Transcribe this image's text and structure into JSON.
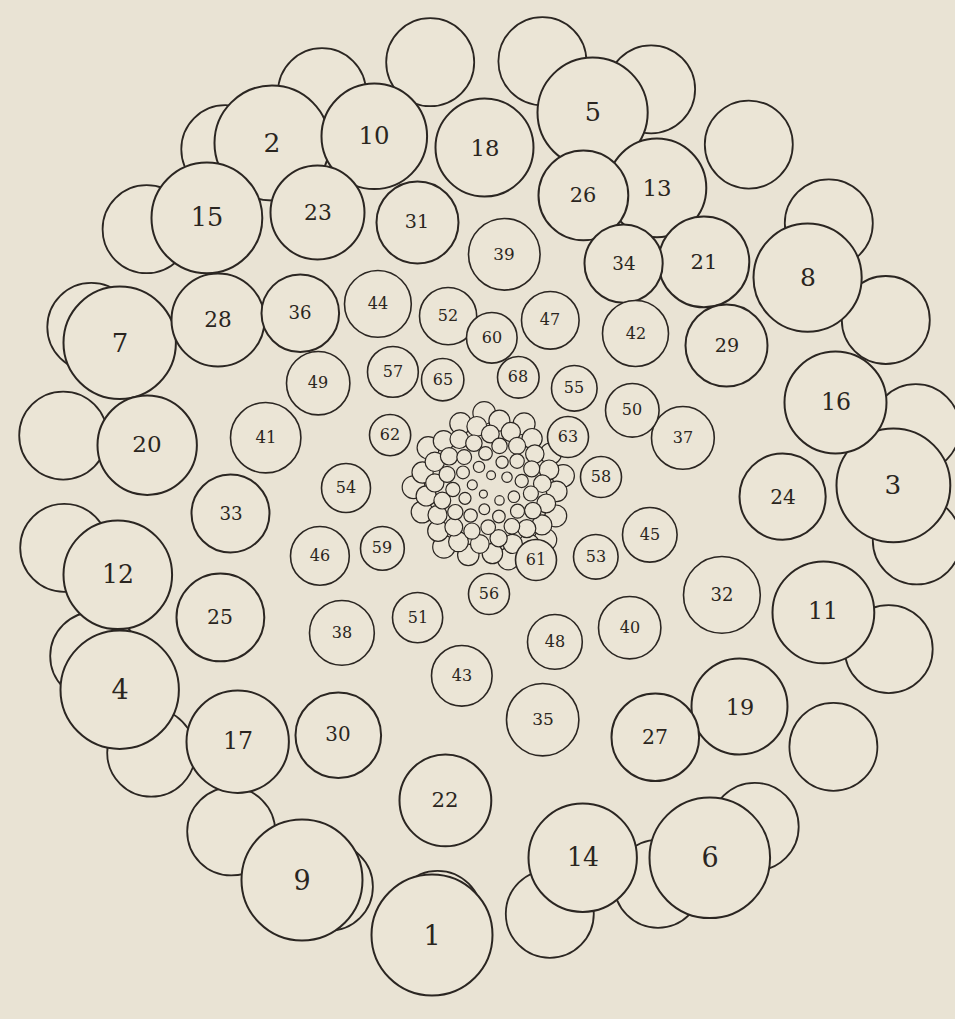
{
  "diagram": {
    "nodes": [
      {
        "text": [
          "1"
        ]
      },
      {
        "text": [
          "2"
        ]
      },
      {
        "text": [
          "3"
        ]
      },
      {
        "text": [
          "4"
        ]
      },
      {
        "text": [
          "5"
        ]
      },
      {
        "text": [
          "6"
        ]
      },
      {
        "text": [
          "7"
        ]
      },
      {
        "text": [
          "8"
        ]
      },
      {
        "text": [
          "9"
        ]
      },
      {
        "text": [
          "10"
        ]
      },
      {
        "text": [
          "11"
        ]
      },
      {
        "text": [
          "12"
        ]
      },
      {
        "text": [
          "13"
        ]
      },
      {
        "text": [
          "14"
        ]
      },
      {
        "text": [
          "15"
        ]
      },
      {
        "text": [
          "16"
        ]
      },
      {
        "text": [
          "17"
        ]
      },
      {
        "text": [
          "18"
        ]
      },
      {
        "text": [
          "19"
        ]
      },
      {
        "text": [
          "20"
        ]
      },
      {
        "text": [
          "21"
        ]
      },
      {
        "text": [
          "22"
        ]
      },
      {
        "text": [
          "23"
        ]
      },
      {
        "text": [
          "24"
        ]
      },
      {
        "text": [
          "25"
        ]
      },
      {
        "text": [
          "26"
        ]
      },
      {
        "text": [
          "27"
        ]
      },
      {
        "text": [
          "28"
        ]
      },
      {
        "text": [
          "29"
        ]
      },
      {
        "text": [
          "30"
        ]
      },
      {
        "text": [
          "31"
        ]
      },
      {
        "text": [
          "32"
        ]
      },
      {
        "text": [
          "33"
        ]
      },
      {
        "text": [
          "34"
        ]
      },
      {
        "text": [
          "35"
        ]
      },
      {
        "text": [
          "36"
        ]
      },
      {
        "text": [
          "37"
        ]
      },
      {
        "text": [
          "38"
        ]
      },
      {
        "text": [
          "39"
        ]
      },
      {
        "text": [
          "40"
        ]
      },
      {
        "text": [
          "41"
        ]
      },
      {
        "text": [
          "42"
        ]
      },
      {
        "text": [
          "43"
        ]
      },
      {
        "text": [
          "44"
        ]
      },
      {
        "text": [
          "45"
        ]
      },
      {
        "text": [
          "46"
        ]
      },
      {
        "text": [
          "47"
        ]
      },
      {
        "text": [
          "48"
        ]
      },
      {
        "text": [
          "49"
        ]
      },
      {
        "text": [
          "50"
        ]
      },
      {
        "text": [
          "51"
        ]
      },
      {
        "text": [
          "52"
        ]
      },
      {
        "text": [
          "53"
        ]
      },
      {
        "text": [
          "54"
        ]
      },
      {
        "text": [
          "55"
        ]
      },
      {
        "text": [
          "56"
        ]
      },
      {
        "text": [
          "57"
        ]
      },
      {
        "text": [
          "58"
        ]
      },
      {
        "text": [
          "59"
        ]
      },
      {
        "text": [
          "60"
        ]
      },
      {
        "text": [
          "61"
        ]
      },
      {
        "text": [
          "62"
        ]
      },
      {
        "text": [
          "63"
        ]
      },
      {
        "text": [
          "65"
        ]
      },
      {
        "text": [
          "68"
        ]
      }
    ]
  }
}
